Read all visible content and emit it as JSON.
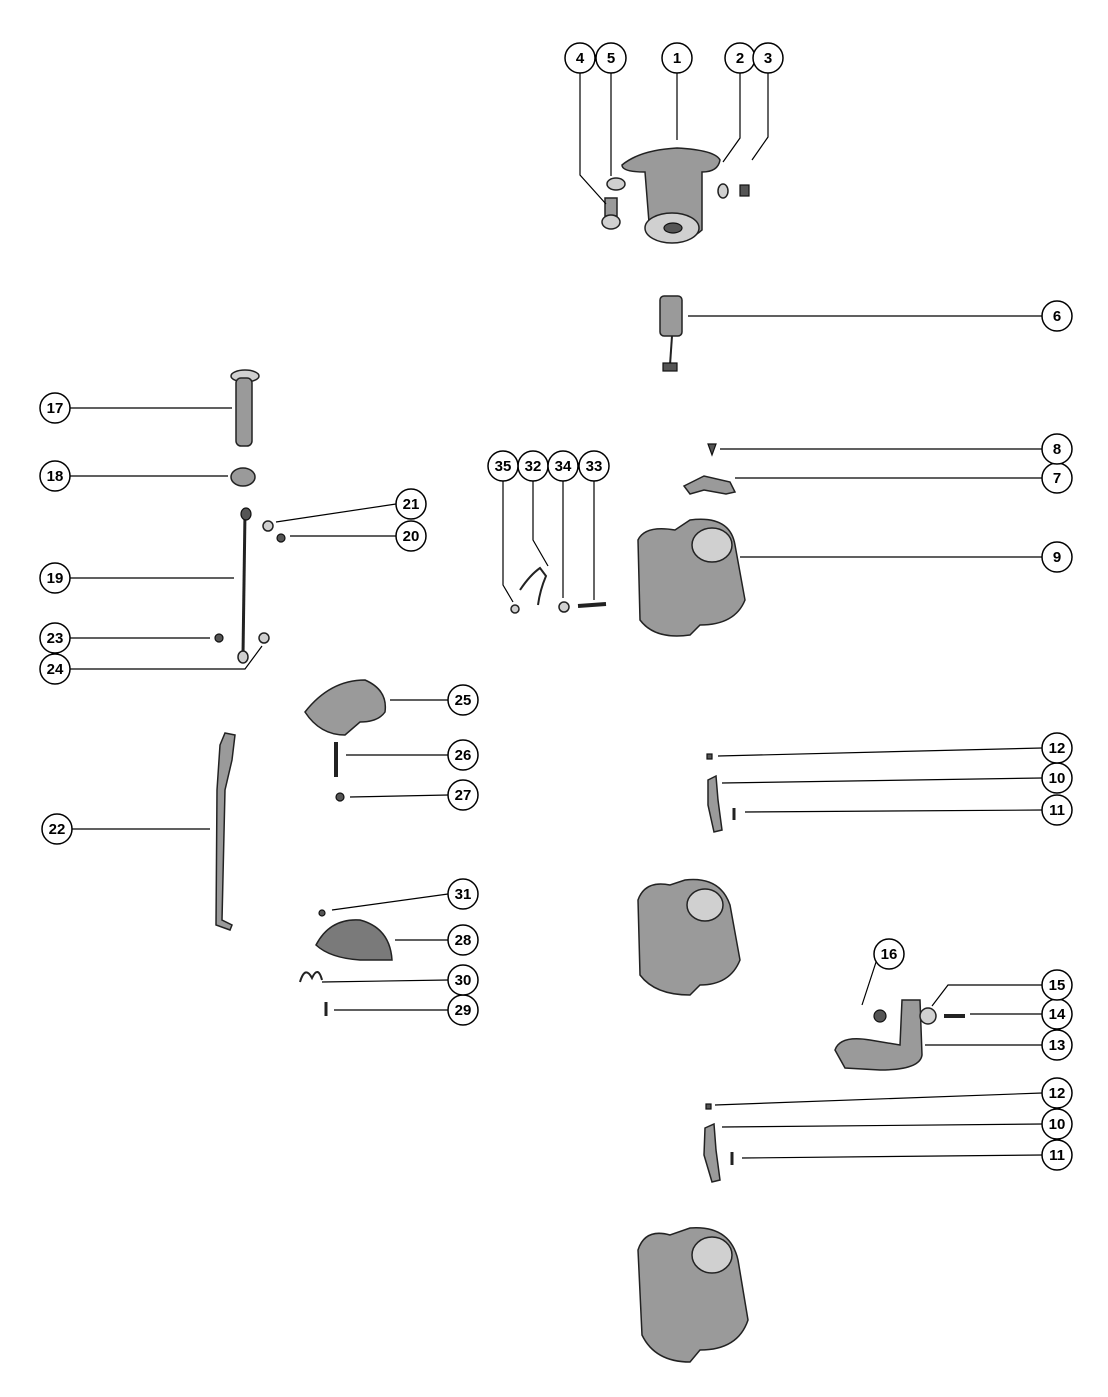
{
  "diagram": {
    "type": "exploded parts diagram",
    "callouts": [
      "1",
      "2",
      "3",
      "4",
      "5",
      "6",
      "7",
      "8",
      "9",
      "10",
      "11",
      "12",
      "13",
      "14",
      "15",
      "16",
      "17",
      "18",
      "19",
      "20",
      "21",
      "22",
      "23",
      "24",
      "25",
      "26",
      "27",
      "28",
      "29",
      "30",
      "31",
      "32",
      "33",
      "34",
      "35",
      "12",
      "10",
      "11"
    ]
  }
}
